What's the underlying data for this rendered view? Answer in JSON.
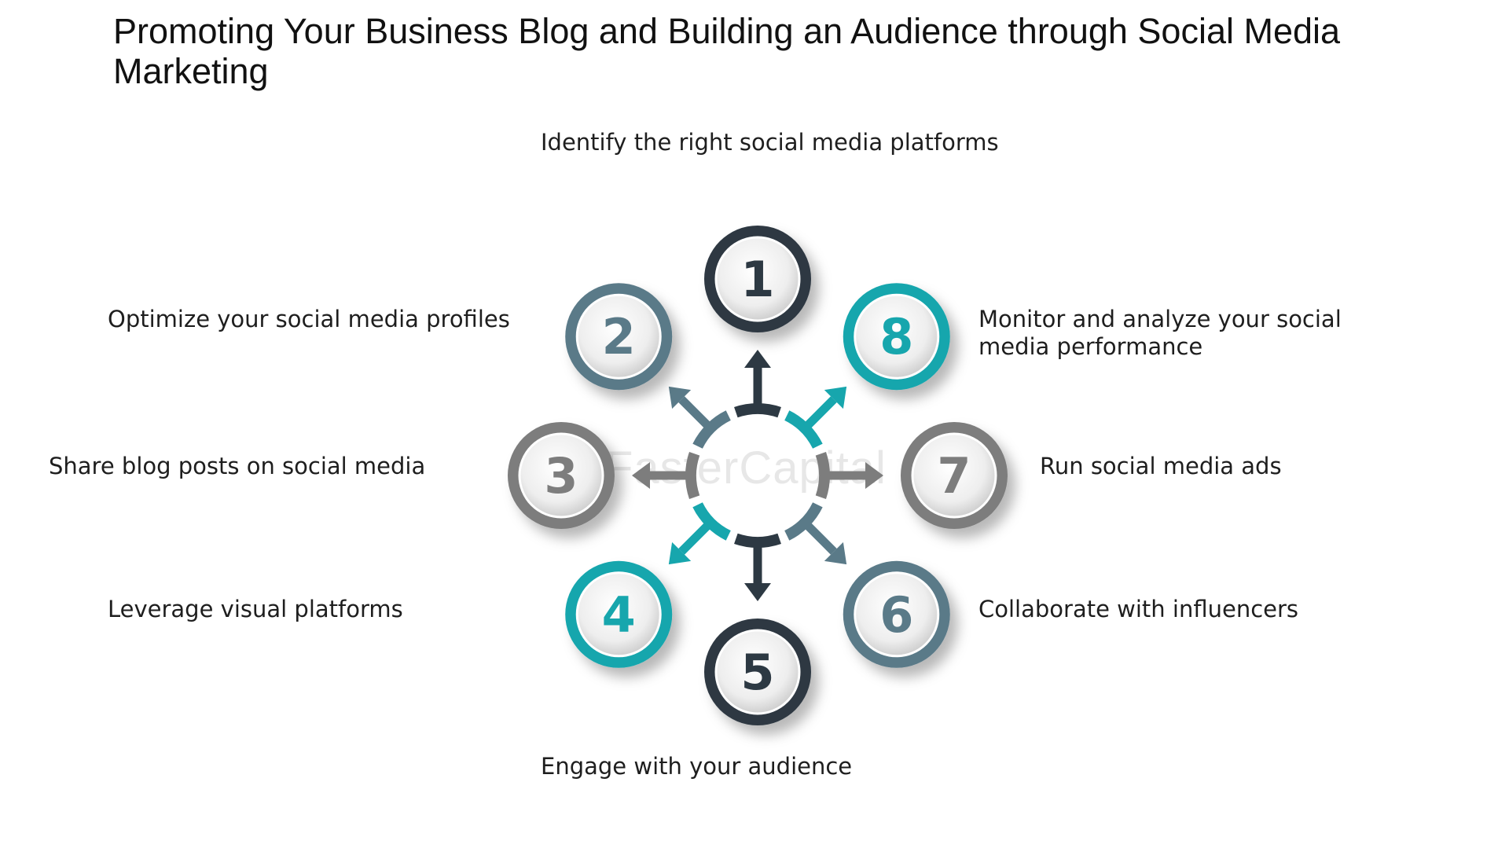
{
  "title": "Promoting Your Business Blog and Building an Audience through Social Media Marketing",
  "watermark": "FasterCapital",
  "colors": {
    "dark": "#2d3943",
    "slate": "#5a7a88",
    "gray": "#7d7d7d",
    "teal": "#17a6ad"
  },
  "steps": [
    {
      "number": "1",
      "label": "Identify the right social media platforms",
      "color": "#2d3943"
    },
    {
      "number": "2",
      "label": "Optimize your social media profiles",
      "color": "#5a7a88"
    },
    {
      "number": "3",
      "label": "Share blog posts on social media",
      "color": "#7d7d7d"
    },
    {
      "number": "4",
      "label": "Leverage visual platforms",
      "color": "#17a6ad"
    },
    {
      "number": "5",
      "label": "Engage with your audience",
      "color": "#2d3943"
    },
    {
      "number": "6",
      "label": "Collaborate with influencers",
      "color": "#5a7a88"
    },
    {
      "number": "7",
      "label": "Run social media ads",
      "color": "#7d7d7d"
    },
    {
      "number": "8",
      "label": "Monitor and analyze your social media performance",
      "color": "#17a6ad"
    }
  ]
}
